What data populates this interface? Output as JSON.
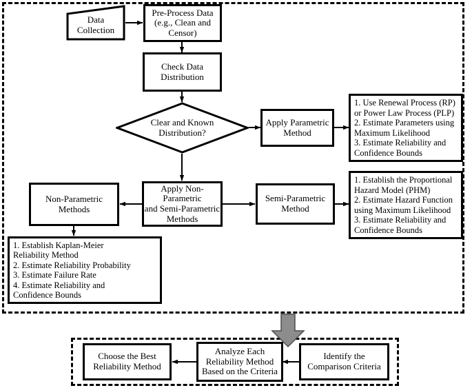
{
  "diagram": {
    "title": "Reliability Method Selection Flowchart",
    "colors": {
      "stroke": "#000000",
      "fill": "#ffffff",
      "big_arrow_fill": "#8c8c8c",
      "big_arrow_stroke": "#4d4d4d"
    },
    "regions": [
      {
        "name": "method-estimation-region",
        "label": ""
      },
      {
        "name": "method-comparison-region",
        "label": ""
      }
    ],
    "nodes": {
      "data_collection": "Data\nCollection",
      "pre_process": "Pre-Process Data\n(e.g., Clean and\nCensor)",
      "check_distribution": "Check Data\nDistribution",
      "decision": "Clear and Known\nDistribution?",
      "apply_parametric": "Apply Parametric\nMethod",
      "parametric_steps": "1. Use Renewal Process (RP)\nor Power Law Process (PLP)\n2. Estimate Parameters using\nMaximum Likelihood\n3. Estimate Reliability and\nConfidence Bounds",
      "apply_non_and_semi": "Apply Non-Parametric\nand Semi-Parametric\nMethods",
      "non_parametric": "Non-Parametric\nMethods",
      "non_parametric_steps": "1. Establish Kaplan-Meier\nReliability Method\n2. Estimate Reliability Probability\n3. Estimate Failure Rate\n4. Estimate Reliability and\nConfidence Bounds",
      "semi_parametric": "Semi-Parametric\nMethod",
      "semi_parametric_steps": "1. Establish the Proportional\nHazard Model (PHM)\n2. Estimate Hazard Function\nusing Maximum Likelihood\n3. Estimate Reliability and\nConfidence Bounds",
      "choose_best": "Choose the Best\nReliability Method",
      "analyze_each": "Analyze Each\nReliability Method\nBased on the Criteria",
      "identify_criteria": "Identify the\nComparison Criteria"
    },
    "connectors": [
      {
        "name": "arrow-data-collection-to-pre-process",
        "from": "data_collection",
        "to": "pre_process"
      },
      {
        "name": "arrow-pre-process-to-check-distribution",
        "from": "pre_process",
        "to": "check_distribution"
      },
      {
        "name": "arrow-check-distribution-to-decision",
        "from": "check_distribution",
        "to": "decision"
      },
      {
        "name": "arrow-decision-to-apply-parametric",
        "from": "decision",
        "to": "apply_parametric"
      },
      {
        "name": "arrow-apply-parametric-to-parametric-steps",
        "from": "apply_parametric",
        "to": "parametric_steps"
      },
      {
        "name": "arrow-decision-to-apply-non-and-semi",
        "from": "decision",
        "to": "apply_non_and_semi"
      },
      {
        "name": "arrow-apply-non-and-semi-to-non-parametric",
        "from": "apply_non_and_semi",
        "to": "non_parametric"
      },
      {
        "name": "arrow-non-parametric-to-steps",
        "from": "non_parametric",
        "to": "non_parametric_steps"
      },
      {
        "name": "arrow-apply-non-and-semi-to-semi-parametric",
        "from": "apply_non_and_semi",
        "to": "semi_parametric"
      },
      {
        "name": "arrow-semi-parametric-to-steps",
        "from": "semi_parametric",
        "to": "semi_parametric_steps"
      },
      {
        "name": "arrow-region-transition",
        "from": "method-estimation-region",
        "to": "method-comparison-region"
      },
      {
        "name": "arrow-identify-to-analyze",
        "from": "identify_criteria",
        "to": "analyze_each"
      },
      {
        "name": "arrow-analyze-to-choose-best",
        "from": "analyze_each",
        "to": "choose_best"
      }
    ]
  }
}
